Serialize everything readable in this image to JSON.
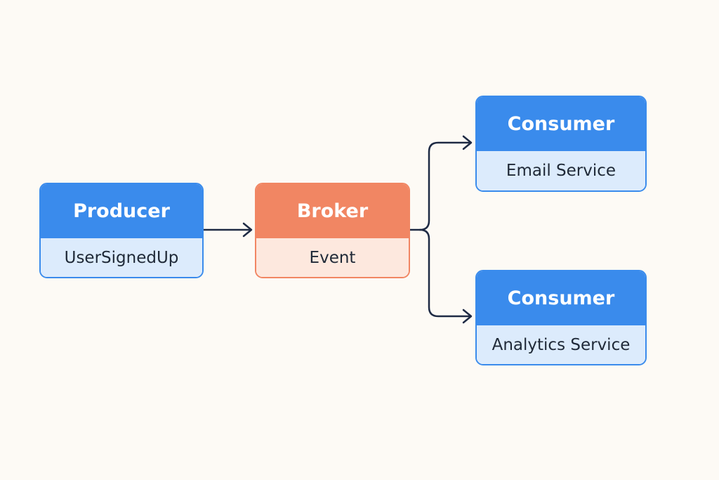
{
  "colors": {
    "producer_accent": "#3a8bec",
    "producer_fill": "#dcebfc",
    "broker_accent": "#f18663",
    "broker_fill": "#fde8de",
    "connector": "#1e2a44",
    "background": "#fdfaf5"
  },
  "nodes": {
    "producer": {
      "title": "Producer",
      "subtitle": "UserSignedUp"
    },
    "broker": {
      "title": "Broker",
      "subtitle": "Event"
    },
    "consumer_email": {
      "title": "Consumer",
      "subtitle": "Email Service"
    },
    "consumer_analytics": {
      "title": "Consumer",
      "subtitle": "Analytics Service"
    }
  },
  "edges": [
    {
      "from": "producer",
      "to": "broker"
    },
    {
      "from": "broker",
      "to": "consumer_email"
    },
    {
      "from": "broker",
      "to": "consumer_analytics"
    }
  ]
}
